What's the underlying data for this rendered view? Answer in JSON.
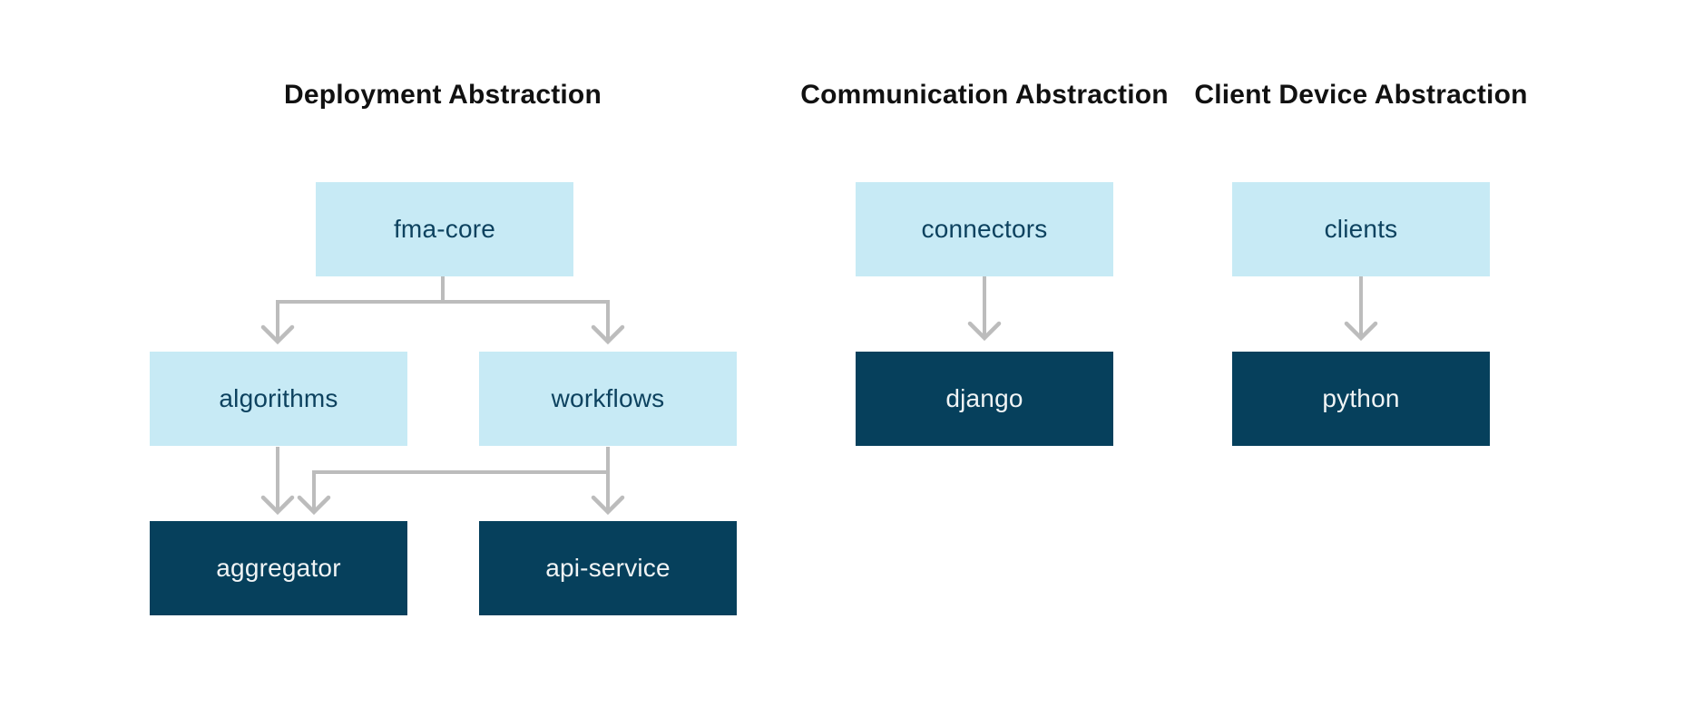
{
  "colors": {
    "light_box": "#c7eaf5",
    "dark_box": "#06405c",
    "light_box_text": "#0d425f",
    "dark_box_text": "#f0f4f5",
    "arrow": "#bcbcbc",
    "title_text": "#111111",
    "background": "#ffffff"
  },
  "sections": [
    {
      "title": "Deployment Abstraction",
      "nodes": [
        {
          "id": "fma-core",
          "label": "fma-core",
          "variant": "light"
        },
        {
          "id": "algorithms",
          "label": "algorithms",
          "variant": "light"
        },
        {
          "id": "workflows",
          "label": "workflows",
          "variant": "light"
        },
        {
          "id": "aggregator",
          "label": "aggregator",
          "variant": "dark"
        },
        {
          "id": "api-service",
          "label": "api-service",
          "variant": "dark"
        }
      ],
      "edges": [
        {
          "from": "fma-core",
          "to": "algorithms"
        },
        {
          "from": "fma-core",
          "to": "workflows"
        },
        {
          "from": "algorithms",
          "to": "aggregator"
        },
        {
          "from": "workflows",
          "to": "aggregator"
        },
        {
          "from": "workflows",
          "to": "api-service"
        }
      ]
    },
    {
      "title": "Communication Abstraction",
      "nodes": [
        {
          "id": "connectors",
          "label": "connectors",
          "variant": "light"
        },
        {
          "id": "django",
          "label": "django",
          "variant": "dark"
        }
      ],
      "edges": [
        {
          "from": "connectors",
          "to": "django"
        }
      ]
    },
    {
      "title": "Client Device Abstraction",
      "nodes": [
        {
          "id": "clients",
          "label": "clients",
          "variant": "light"
        },
        {
          "id": "python",
          "label": "python",
          "variant": "dark"
        }
      ],
      "edges": [
        {
          "from": "clients",
          "to": "python"
        }
      ]
    }
  ]
}
